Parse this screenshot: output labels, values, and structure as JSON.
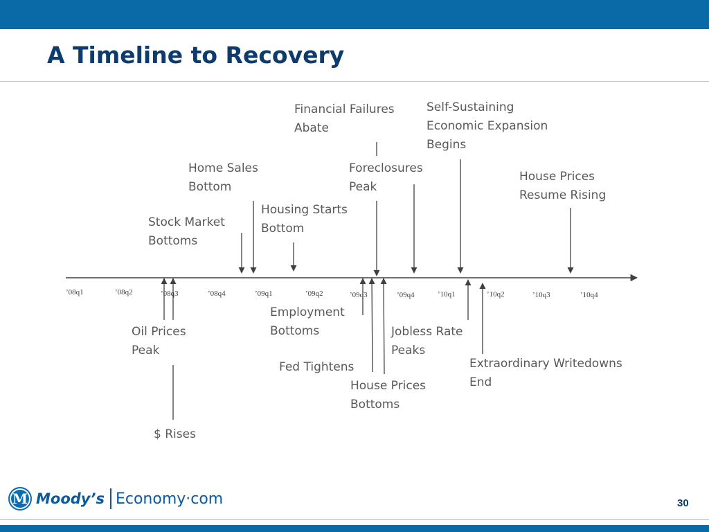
{
  "slide": {
    "title": "A Timeline to Recovery",
    "page_number": "30"
  },
  "logo": {
    "seal_letter": "M",
    "brand": "Moody’s",
    "product": "Economy·com"
  },
  "timeline": {
    "ticks": [
      "’08q1",
      "’08q2",
      "’08q3",
      "’08q4",
      "’09q1",
      "’09q2",
      "’09q3",
      "’09q4",
      "’10q1",
      "’10q2",
      "’10q3",
      "’10q4"
    ],
    "events": [
      {
        "label": "Stock Market\nBottoms",
        "quarter": 4.9,
        "side": "above"
      },
      {
        "label": "Home Sales\nBottom",
        "quarter": 5.1,
        "side": "above"
      },
      {
        "label": "Housing Starts\nBottom",
        "quarter": 5.9,
        "side": "above"
      },
      {
        "label": "Financial Failures\nAbate",
        "quarter": 7.7,
        "side": "above"
      },
      {
        "label": "Foreclosures\nPeak",
        "quarter": 8.5,
        "side": "above"
      },
      {
        "label": "Self-Sustaining\nEconomic Expansion\nBegins",
        "quarter": 9.4,
        "side": "above"
      },
      {
        "label": "House Prices\nResume Rising",
        "quarter": 11.8,
        "side": "above"
      },
      {
        "label": "Oil Prices\nPeak",
        "quarter": 2.9,
        "side": "below"
      },
      {
        "label": "$ Rises",
        "quarter": 3.1,
        "side": "below"
      },
      {
        "label": "Employment\nBottoms",
        "quarter": 7.4,
        "side": "below"
      },
      {
        "label": "Fed Tightens",
        "quarter": 7.6,
        "side": "below"
      },
      {
        "label": "House Prices\nBottoms",
        "quarter": 7.9,
        "side": "below"
      },
      {
        "label": "Jobless Rate\nPeaks",
        "quarter": 9.6,
        "side": "below"
      },
      {
        "label": "Extraordinary Writedowns\nEnd",
        "quarter": 9.9,
        "side": "below"
      }
    ]
  },
  "colors": {
    "brand_blue": "#0a6aa8",
    "title_navy": "#0d3b6e",
    "text_gray": "#595959",
    "line_dark": "#404040"
  }
}
